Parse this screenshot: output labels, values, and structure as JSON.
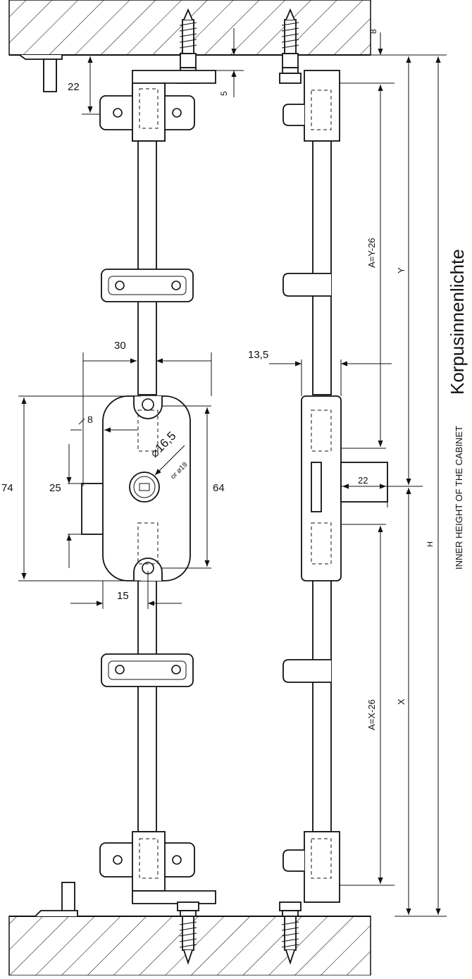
{
  "dimensions": {
    "d8_top": "8",
    "d22": "22",
    "d5": "5",
    "d30": "30",
    "d13_5": "13,5",
    "d8_left": "8",
    "d74": "74",
    "d25": "25",
    "d64": "64",
    "d16_5": "16,5",
    "or19": "or ⌀19",
    "d22_side": "22",
    "d15": "15",
    "a_y": "A=Y-26",
    "y": "Y",
    "a_x": "A=X-26",
    "x": "X",
    "h": "H"
  },
  "labels": {
    "korpus": "Korpusinnenlichte",
    "inner_height": "INNER HEIGHT OF THE CABINET"
  }
}
